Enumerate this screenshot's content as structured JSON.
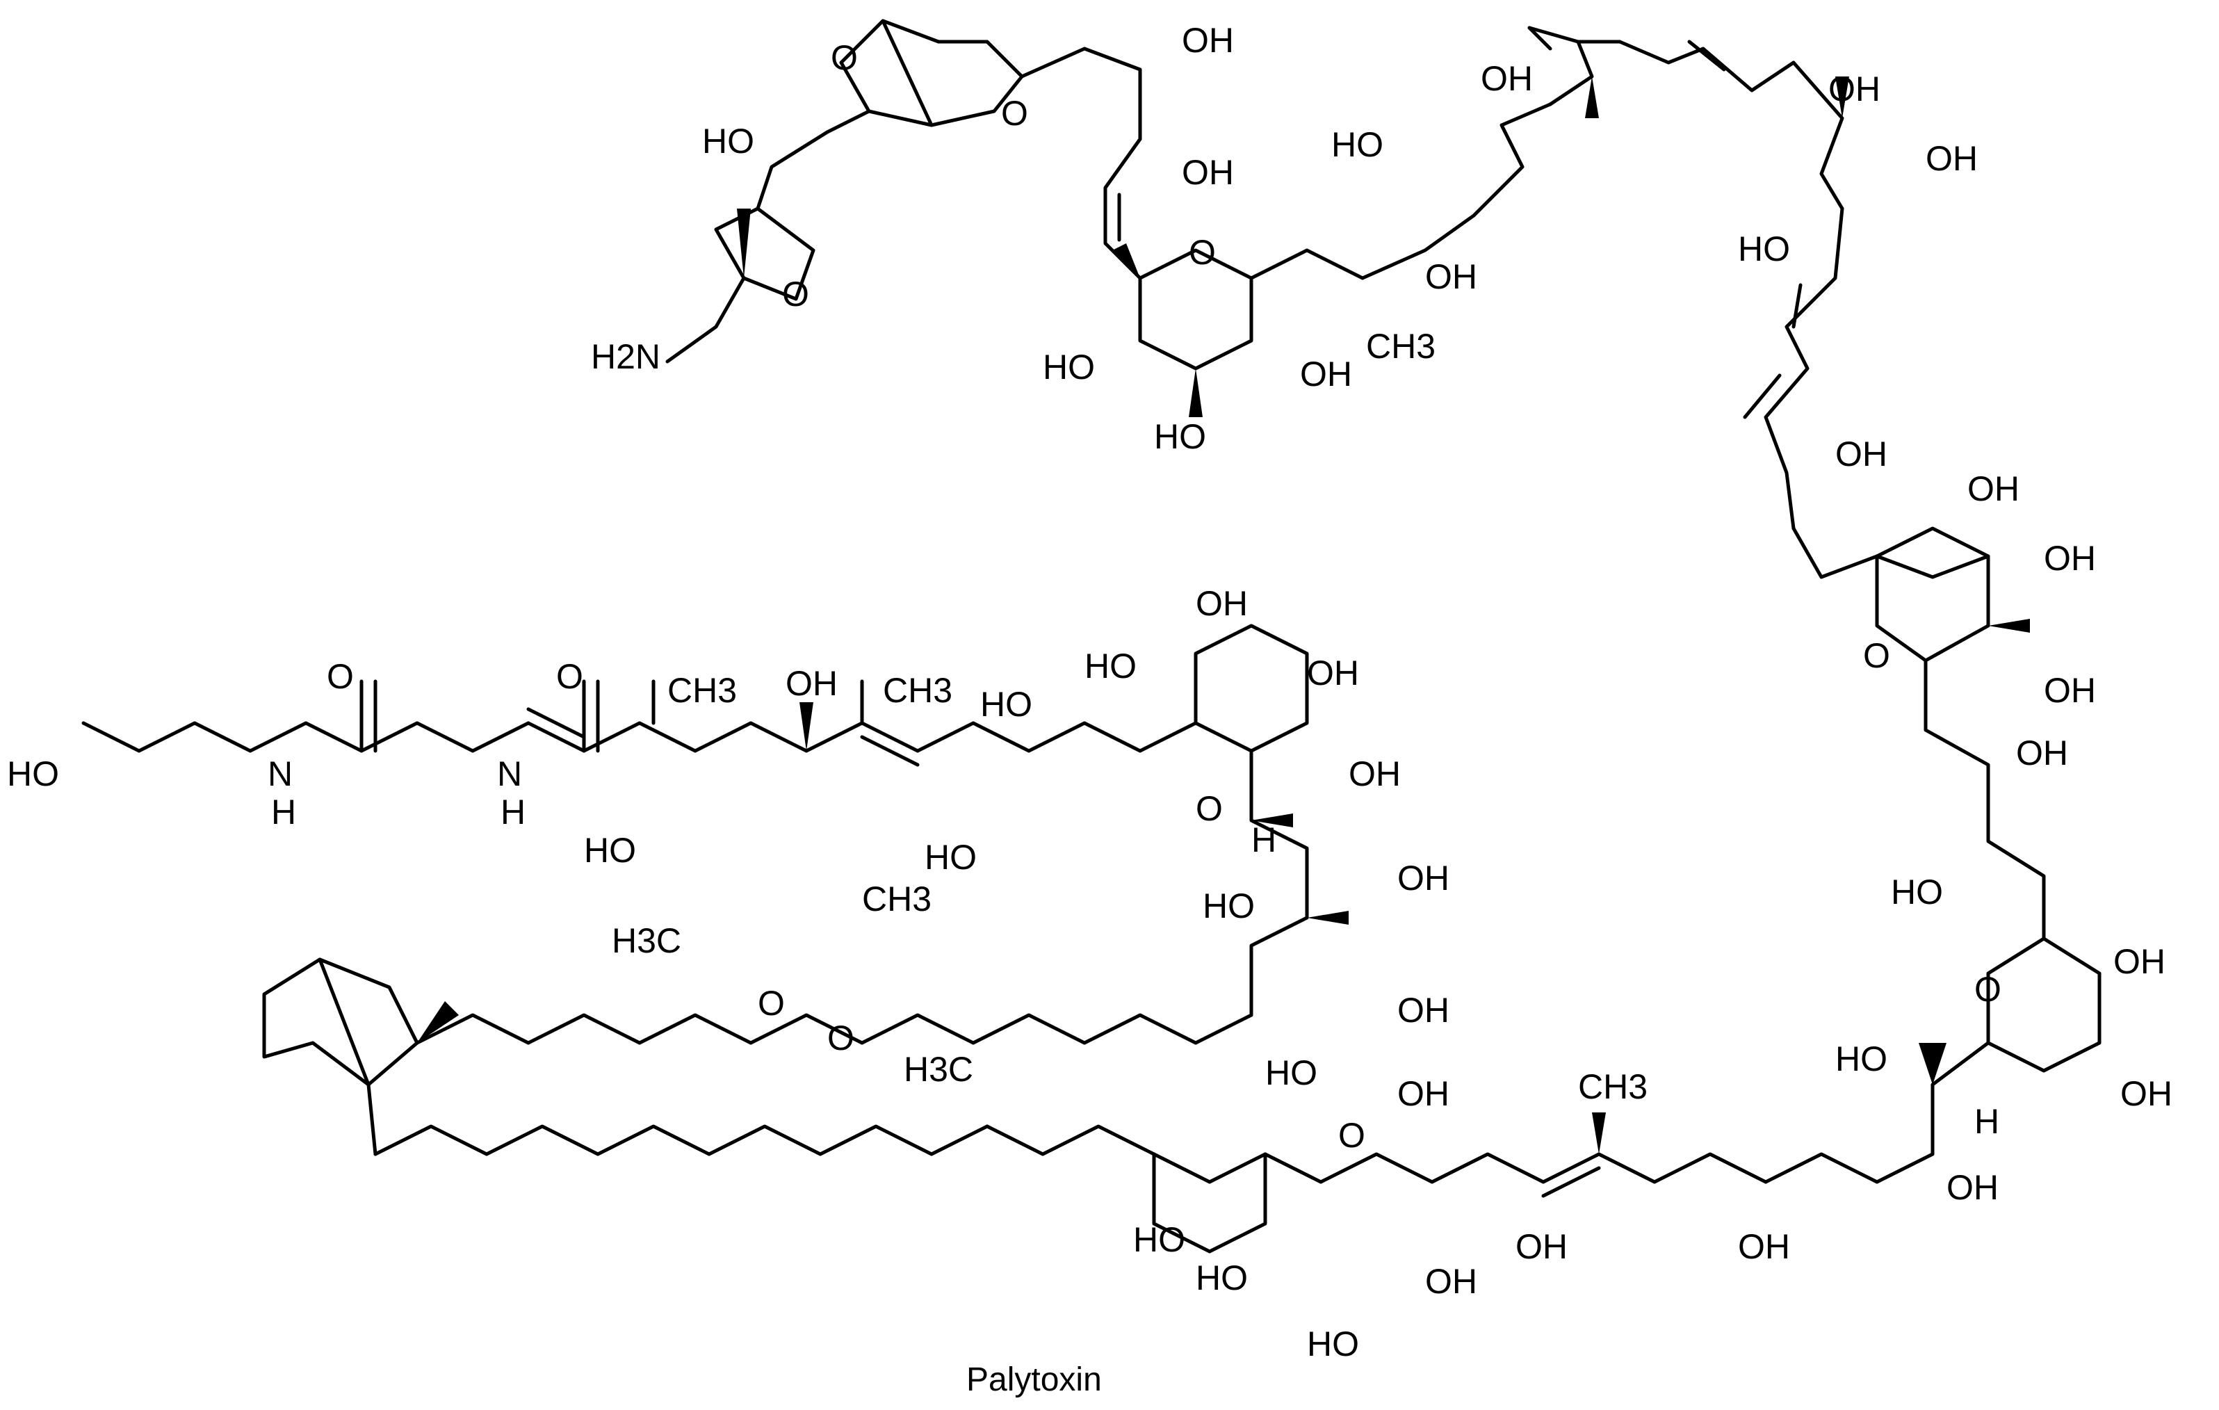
{
  "caption": "Palytoxin",
  "labels": {
    "h2n": "H2N",
    "oh": "OH",
    "ho": "HO",
    "o": "O",
    "h": "H",
    "nh": "N",
    "ch3": "CH3",
    "h3c": "H3C"
  },
  "colors": {
    "ink": "#000000",
    "background": "#ffffff"
  }
}
